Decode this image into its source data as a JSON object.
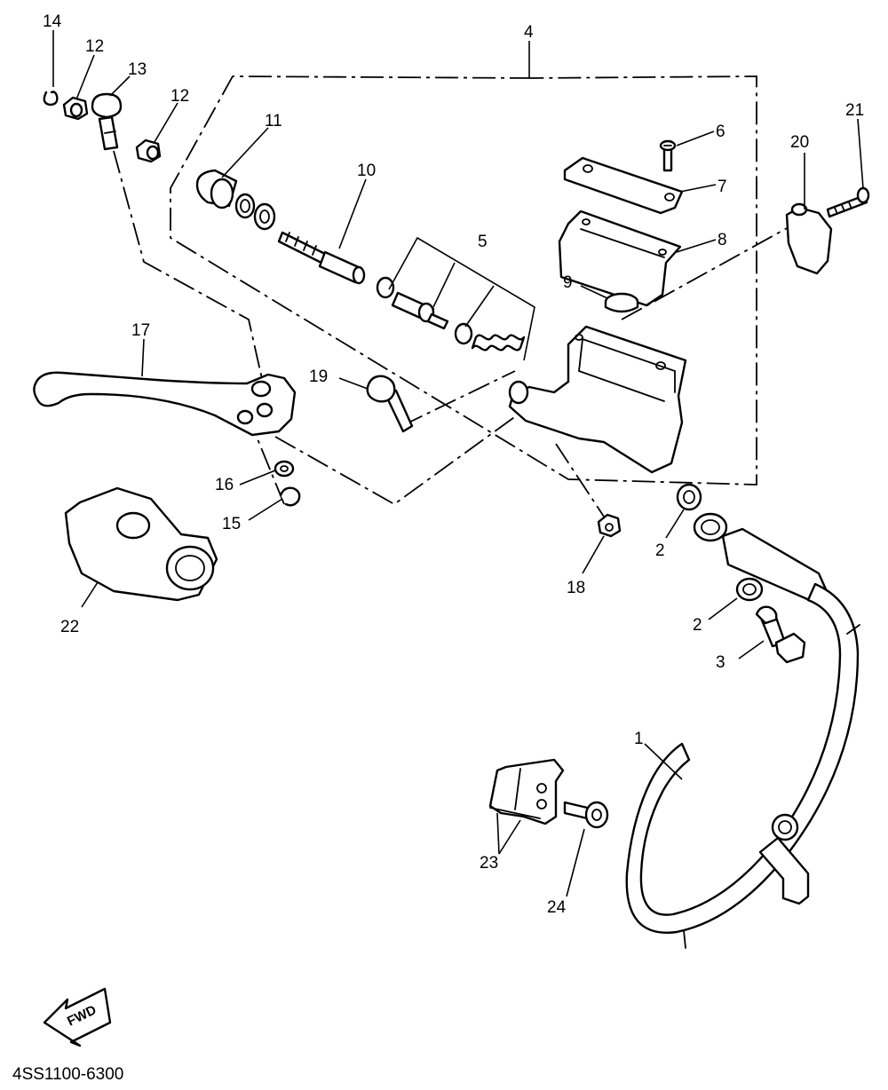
{
  "diagram": {
    "drawing_code": "4SS1100-6300",
    "fwd_label": "FWD",
    "callouts": {
      "c1": "1",
      "c2a": "2",
      "c2b": "2",
      "c3": "3",
      "c4": "4",
      "c5": "5",
      "c6": "6",
      "c7": "7",
      "c8": "8",
      "c9": "9",
      "c10": "10",
      "c11": "11",
      "c12a": "12",
      "c12b": "12",
      "c13": "13",
      "c14": "14",
      "c15": "15",
      "c16": "16",
      "c17": "17",
      "c18": "18",
      "c19": "19",
      "c20": "20",
      "c21": "21",
      "c22": "22",
      "c23": "23",
      "c24": "24"
    }
  }
}
